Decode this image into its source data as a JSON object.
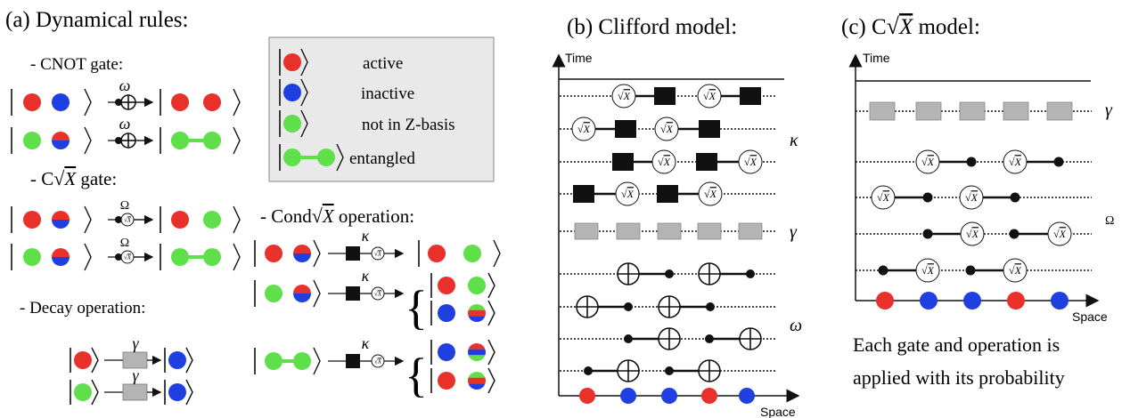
{
  "panel_a": {
    "title": "(a) Dynamical rules:",
    "cnot": {
      "heading": "- CNOT gate:",
      "rate": "ω"
    },
    "csqrtx": {
      "heading_prefix": "- C",
      "heading_suffix": " gate:",
      "rate": "Ω"
    },
    "decay": {
      "heading": "- Decay operation:",
      "rate": "γ"
    }
  },
  "legend": {
    "items": [
      {
        "label": "active",
        "color": "#e8312a"
      },
      {
        "label": "inactive",
        "color": "#1f3fe0"
      },
      {
        "label": "not in Z-basis",
        "color": "#5fe04a"
      },
      {
        "label": "entangled",
        "color": "#5fe04a"
      }
    ]
  },
  "cond": {
    "heading_prefix": "- Cond",
    "heading_suffix": " operation:",
    "rate": "κ"
  },
  "panel_b": {
    "title": "(b)  Clifford model:",
    "axis_time": "Time",
    "axis_space": "Space",
    "rates": [
      "κ",
      "γ",
      "ω"
    ]
  },
  "panel_c": {
    "title_prefix": "(c)  C",
    "title_suffix": "  model:",
    "axis_time": "Time",
    "axis_space": "Space",
    "rates": [
      "γ",
      "Ω"
    ],
    "caption_line1": "Each gate and operation is",
    "caption_line2": "applied with its probability"
  },
  "symbols": {
    "sqrt": "√",
    "x": "X"
  },
  "colors": {
    "red": "#e8312a",
    "blue": "#1f3fe0",
    "green": "#5fe04a",
    "gray": "#b4b4b4",
    "legend_bg": "#e9e9e9"
  }
}
